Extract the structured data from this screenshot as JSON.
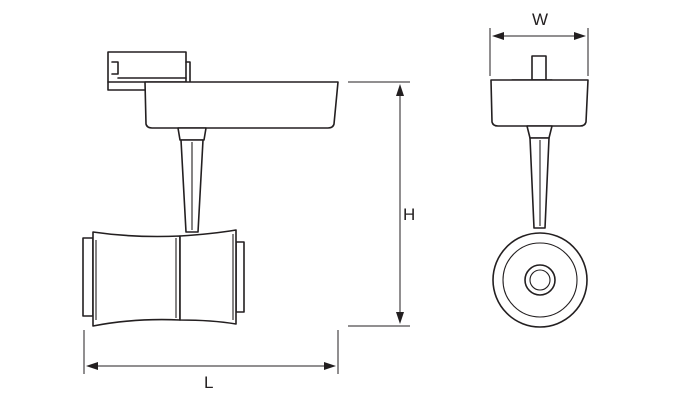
{
  "labels": {
    "length": "L",
    "height": "H",
    "width": "W"
  }
}
